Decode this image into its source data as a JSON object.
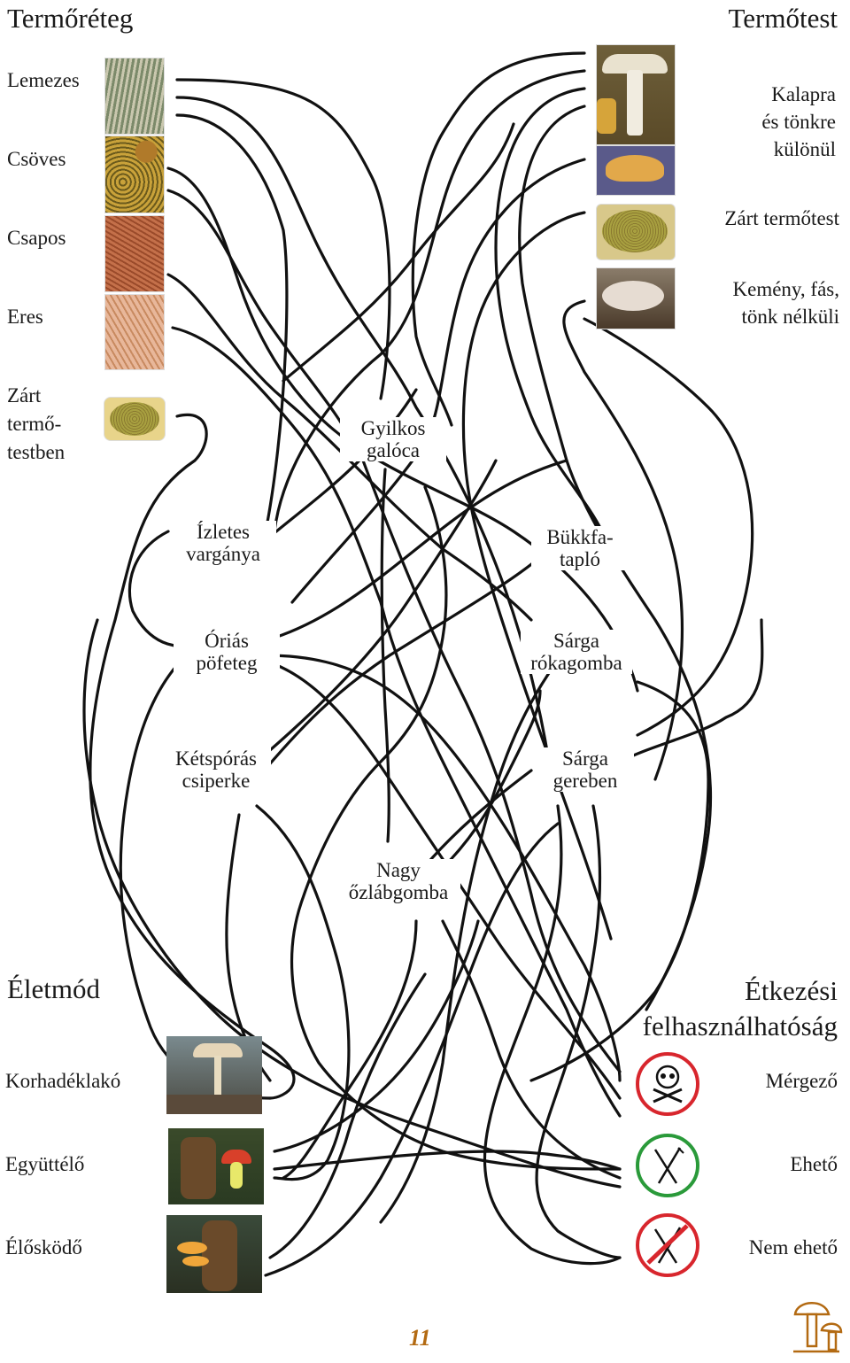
{
  "sections": {
    "top_left": "Termőréteg",
    "top_right": "Termőtest",
    "bottom_left": "Életmód",
    "bottom_right_line1": "Étkezési",
    "bottom_right_line2": "felhasználhatóság"
  },
  "termoreteg": [
    "Lemezes",
    "Csöves",
    "Csapos",
    "Eres"
  ],
  "termoreteg_closed": [
    "Zárt",
    "termő-",
    "testben"
  ],
  "termotest": {
    "t1": [
      "Kalapra",
      "és tönkre",
      "különül"
    ],
    "t2": "Zárt termőtest",
    "t3": [
      "Kemény, fás,",
      "tönk nélküli"
    ]
  },
  "mushrooms": {
    "gyilkos": [
      "Gyilkos",
      "galóca"
    ],
    "izletes": [
      "Ízletes",
      "vargánya"
    ],
    "bukk": [
      "Bükkfa-",
      "tapló"
    ],
    "orias": [
      "Óriás",
      "pöfeteg"
    ],
    "sarga_roka": [
      "Sárga",
      "rókagomba"
    ],
    "ketsporas": [
      "Kétspórás",
      "csiperke"
    ],
    "sarga_ger": [
      "Sárga",
      "gereben"
    ],
    "nagy": [
      "Nagy",
      "őzlábgomba"
    ]
  },
  "eletmod": [
    "Korhadéklakó",
    "Együttélő",
    "Élősködő"
  ],
  "etkezesi": [
    "Mérgező",
    "Ehető",
    "Nem ehető"
  ],
  "page_number": "11",
  "colors": {
    "poison_ring": "#d8262d",
    "edible_ring": "#2a9a3a",
    "inedible_ring": "#d8262d",
    "page_number": "#b36a12",
    "line": "#111111"
  }
}
